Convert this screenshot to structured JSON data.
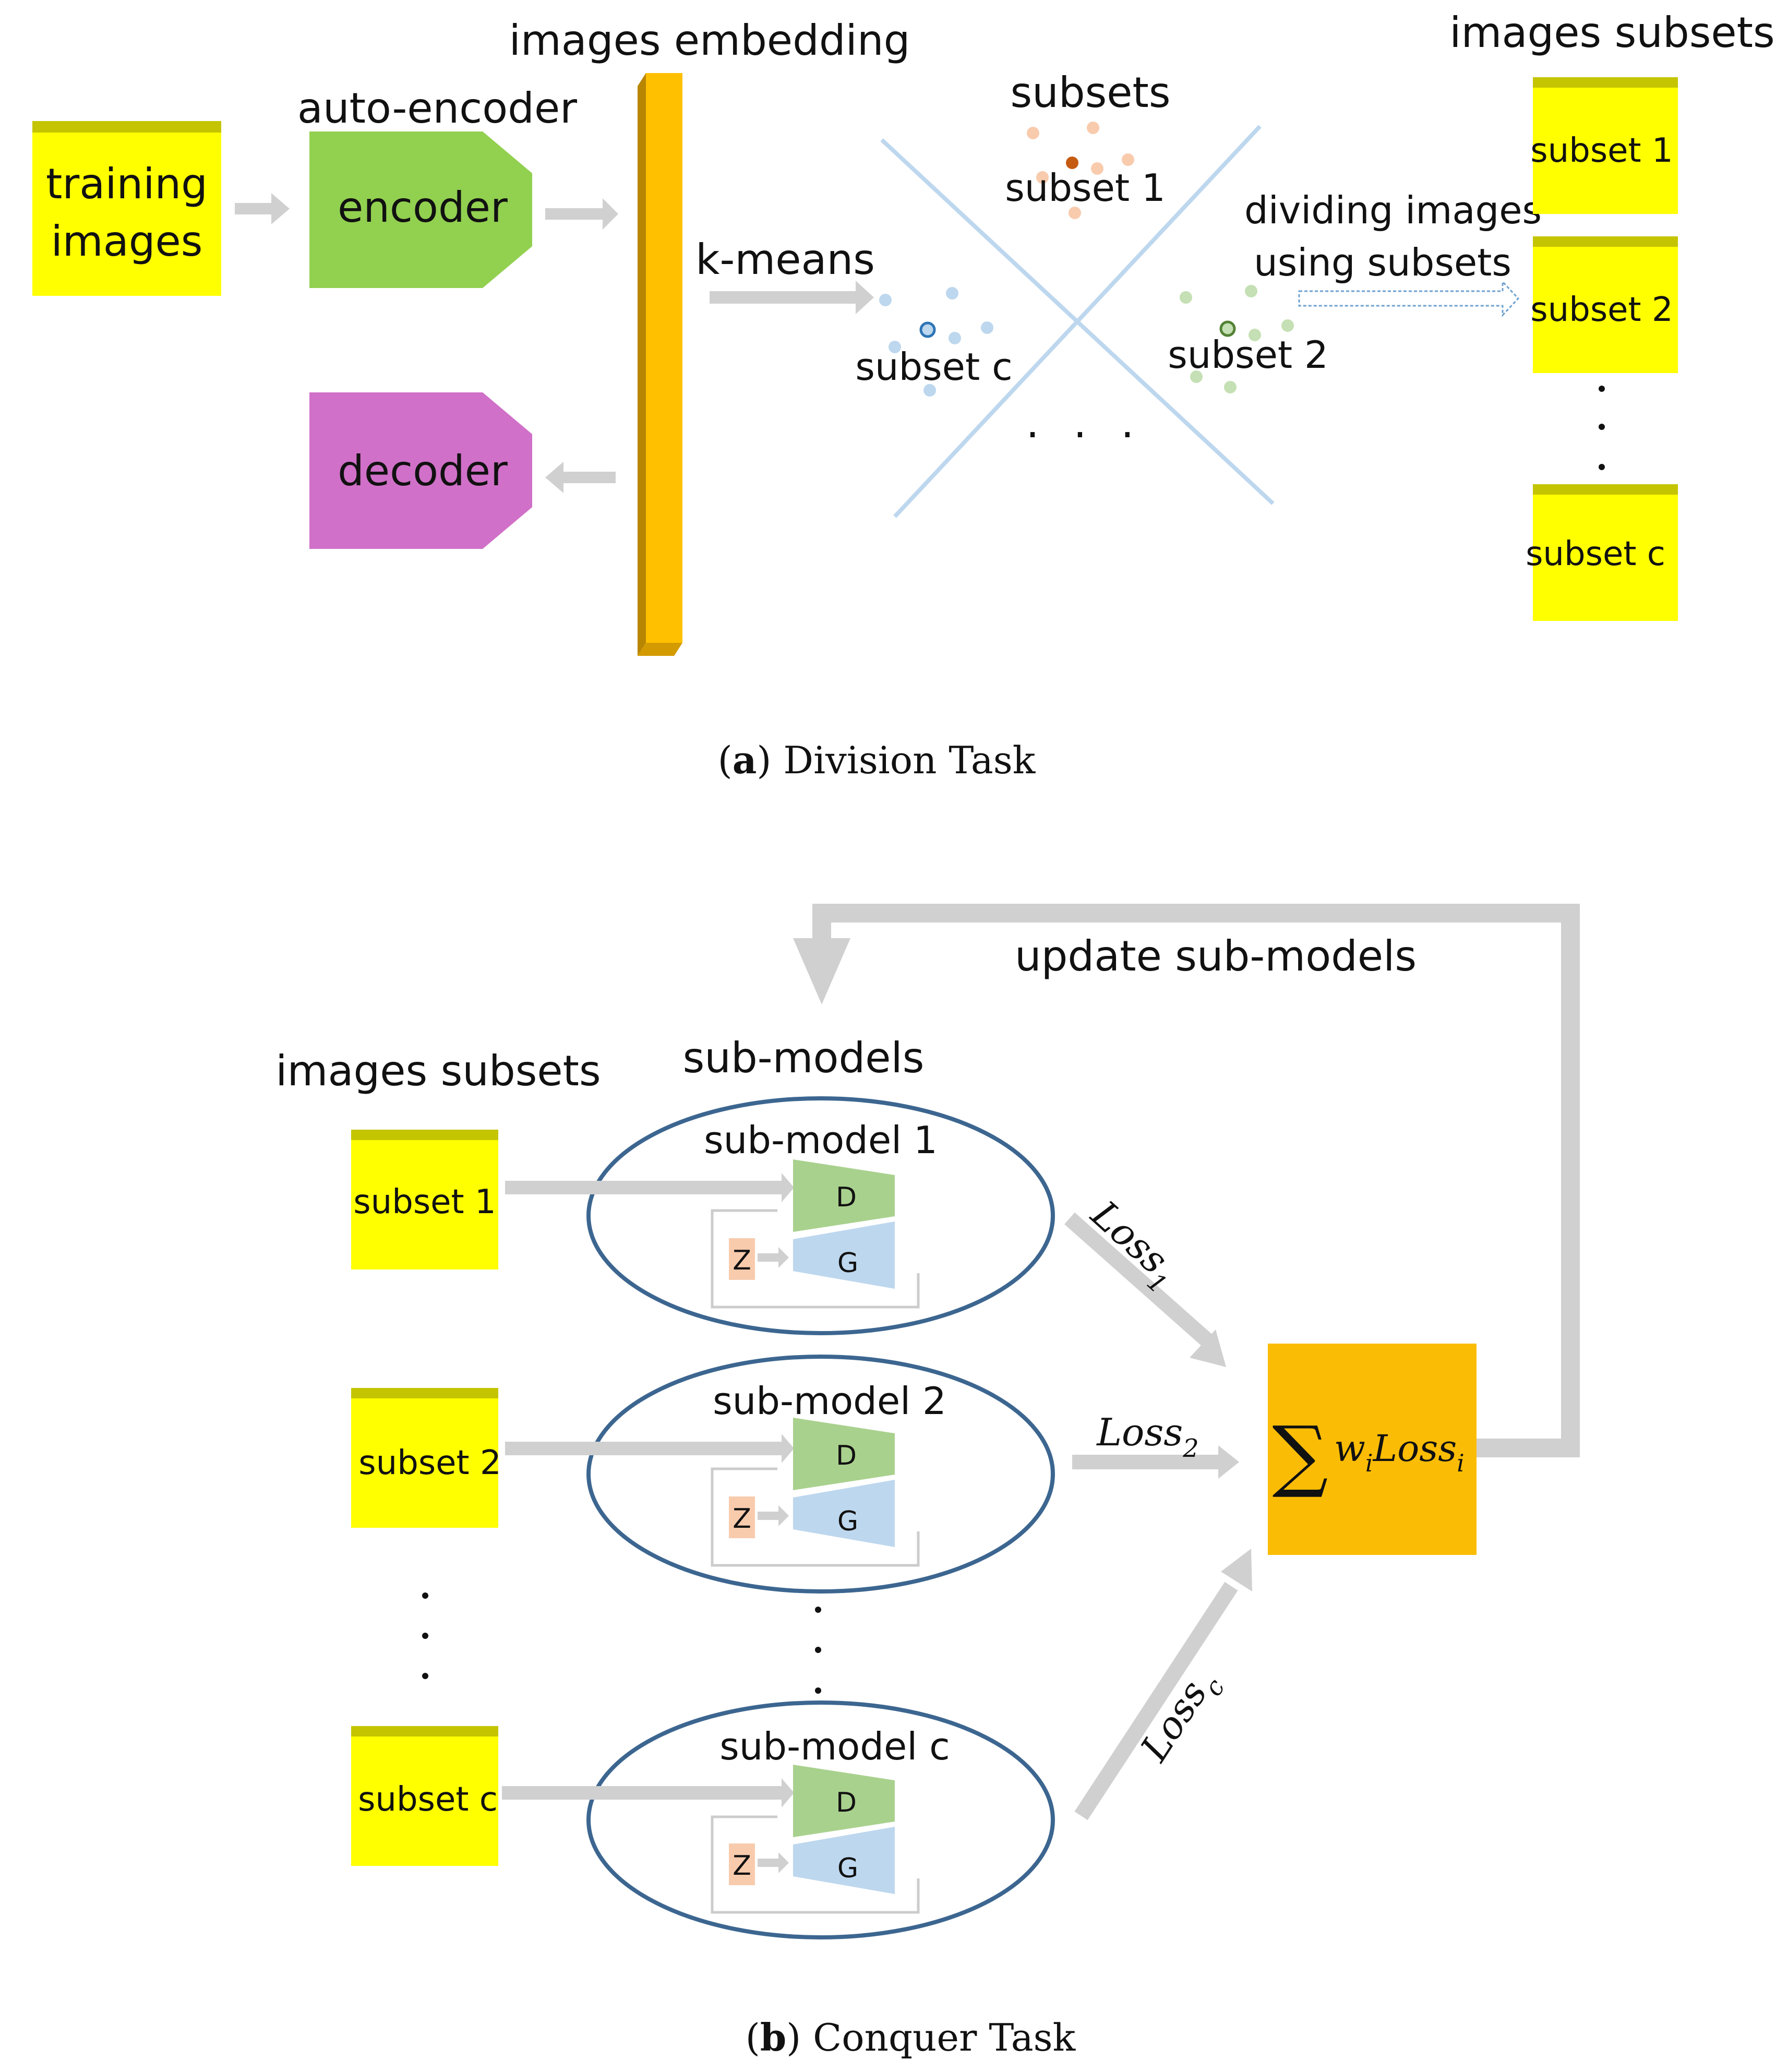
{
  "division": {
    "training_images": [
      "training",
      "images"
    ],
    "auto_encoder": "auto-encoder",
    "encoder": "encoder",
    "decoder": "decoder",
    "images_embedding": "images embedding",
    "k_means": "k-means",
    "subsets_title": "subsets",
    "cluster_subset1": "subset 1",
    "cluster_subset2": "subset 2",
    "cluster_subsetc": "subset c",
    "cluster_dots": ". . .",
    "dividing": [
      "dividing images",
      "using subsets"
    ],
    "images_subsets_title": "images subsets",
    "subsets": [
      "subset 1",
      "subset 2",
      "subset c"
    ],
    "caption_letter": "a",
    "caption_text": "Division Task"
  },
  "conquer": {
    "update": "update sub-models",
    "images_subsets_title": "images subsets",
    "sub_models_title": "sub-models",
    "subsets": [
      "subset 1",
      "subset 2",
      "subset c"
    ],
    "models": [
      "sub-model 1",
      "sub-model 2",
      "sub-model c"
    ],
    "d_label": "D",
    "g_label": "G",
    "z_label": "Z",
    "loss_base": "Loss",
    "loss_subs": [
      "1",
      "2",
      "c"
    ],
    "sum_symbol": "∑",
    "sum_w": "w",
    "sum_sub_i": "i",
    "sum_loss": "Loss",
    "caption_letter": "b",
    "caption_text": "Conquer Task"
  },
  "colors": {
    "yellow": "#ffff00",
    "yellow_top": "#c4c400",
    "encoder_green": "#92d050",
    "decoder_magenta": "#d070c8",
    "bar_gold": "#ffc000",
    "sum_orange": "#fbbc05",
    "arrow_gray": "#d0d0d0",
    "ellipse_blue": "#3c6690",
    "d_green": "#a9d18e",
    "g_blue": "#bdd7ee",
    "z_peach": "#f8cbad"
  }
}
